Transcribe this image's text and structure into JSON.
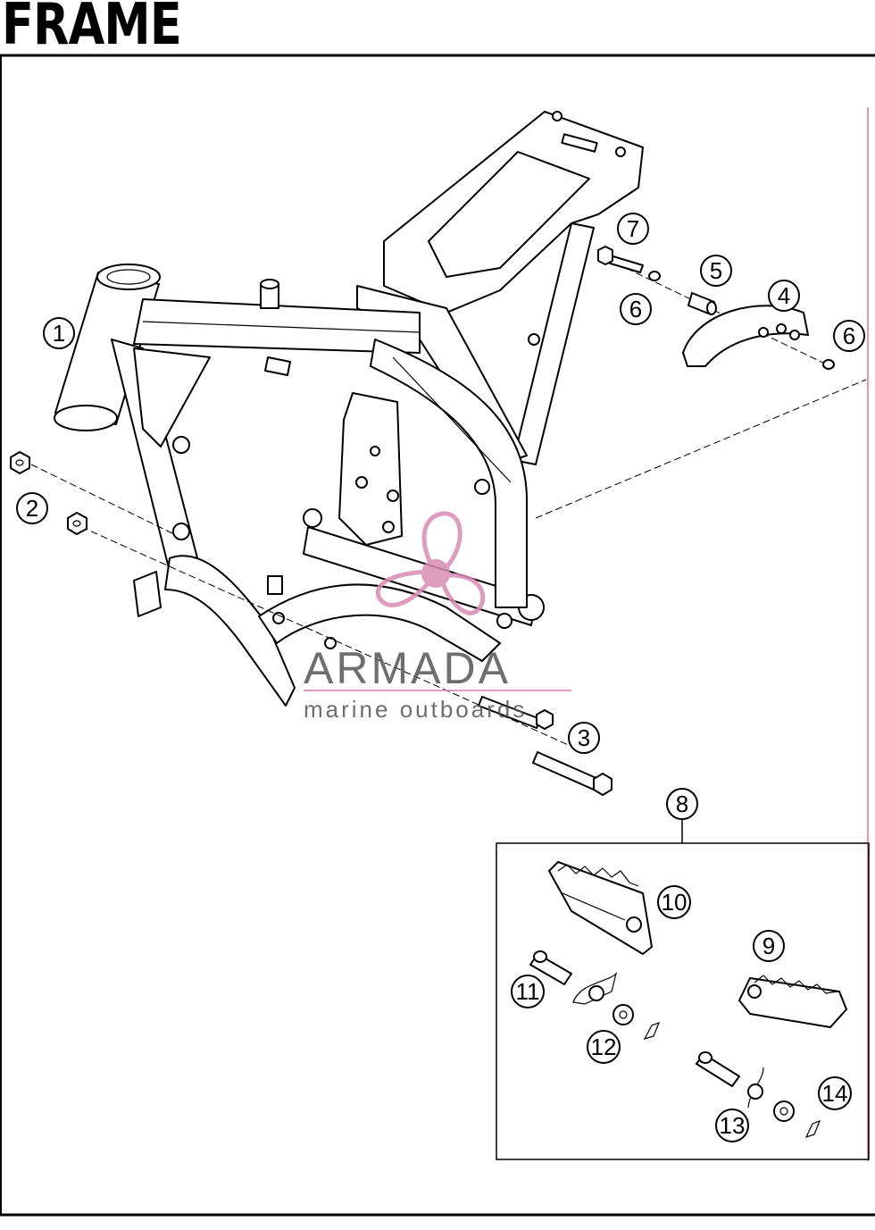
{
  "title": "FRAME",
  "callouts": {
    "c1": "1",
    "c2": "2",
    "c3": "3",
    "c4": "4",
    "c5": "5",
    "c6a": "6",
    "c6b": "6",
    "c7": "7",
    "c8": "8",
    "c9": "9",
    "c10": "10",
    "c11": "11",
    "c12": "12",
    "c13": "13",
    "c14": "14"
  },
  "watermark": {
    "brand": "ARMADA",
    "tagline": "marine outboards",
    "brand_color": "#d98cb3"
  }
}
